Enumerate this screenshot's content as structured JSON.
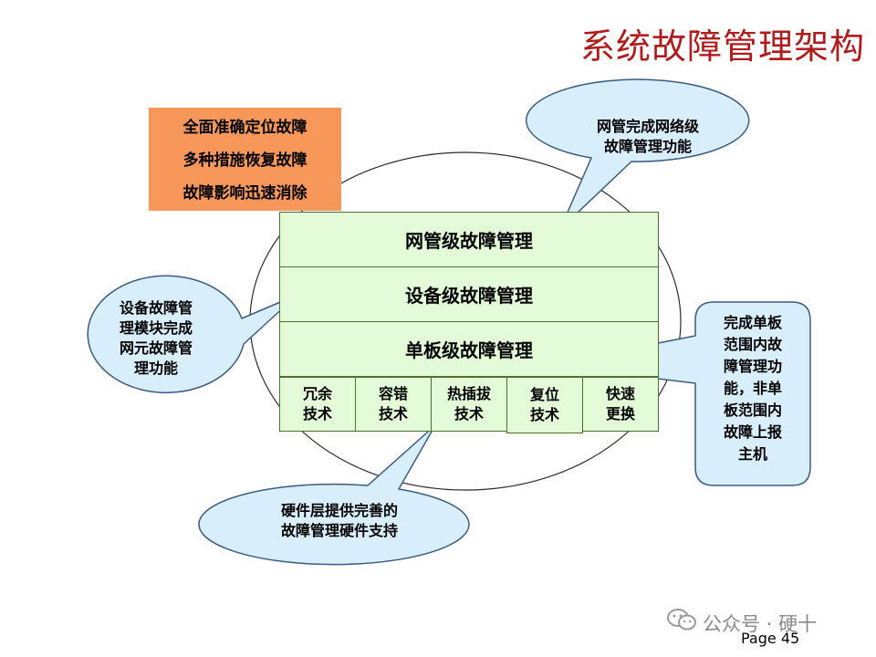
{
  "title": "系统故障管理架构",
  "goals": [
    "全面准确定位故障",
    "多种措施恢复故障",
    "故障影响迅速消除"
  ],
  "layers": {
    "nms": "网管级故障管理",
    "device": "设备级故障管理",
    "board": "单板级故障管理"
  },
  "techniques": [
    {
      "line1": "冗余",
      "line2": "技术"
    },
    {
      "line1": "容错",
      "line2": "技术"
    },
    {
      "line1": "热插拔",
      "line2": "技术"
    },
    {
      "line1": "复位",
      "line2": "技术"
    },
    {
      "line1": "快速",
      "line2": "更换"
    }
  ],
  "callouts": {
    "nms": [
      "网管完成网络级",
      "故障管理功能"
    ],
    "device": [
      "设备故障管",
      "理模块完成",
      "网元故障管",
      "理功能"
    ],
    "board": [
      "完成单板",
      "范围内故",
      "障管理功",
      "能，非单",
      "板范围内",
      "故障上报",
      "主机"
    ],
    "hardware": [
      "硬件层提供完善的",
      "故障管理硬件支持"
    ]
  },
  "footer": {
    "watermark": "公众号 · 硬十",
    "page": "Page 45"
  },
  "colors": {
    "title": "#b01c1c",
    "goals_box": "#f7975a",
    "layer_fill": "#e3fbd6",
    "callout_fill": "#d8eefa",
    "callout_stroke": "#3b5b84"
  }
}
